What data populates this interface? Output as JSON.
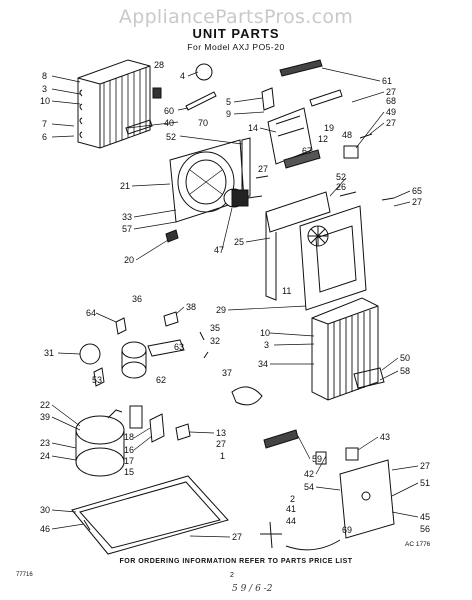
{
  "watermark": "AppliancePartsPros.com",
  "title": "UNIT PARTS",
  "model": "For Model AXJ PO5-20",
  "footer": "FOR ORDERING INFORMATION REFER TO PARTS PRICE LIST",
  "diagram_code": "AC 1776",
  "doc_code": "77716",
  "page_number": "2",
  "handwritten_note": "5 9 / 6 -2",
  "callouts": [
    {
      "id": "c8",
      "text": "8"
    },
    {
      "id": "c3",
      "text": "3"
    },
    {
      "id": "c10",
      "text": "10"
    },
    {
      "id": "c7",
      "text": "7"
    },
    {
      "id": "c6",
      "text": "6"
    },
    {
      "id": "c28",
      "text": "28"
    },
    {
      "id": "c4",
      "text": "4"
    },
    {
      "id": "c60",
      "text": "60"
    },
    {
      "id": "c40",
      "text": "40"
    },
    {
      "id": "c52a",
      "text": "52"
    },
    {
      "id": "c70",
      "text": "70"
    },
    {
      "id": "c5",
      "text": "5"
    },
    {
      "id": "c9",
      "text": "9"
    },
    {
      "id": "c14",
      "text": "14"
    },
    {
      "id": "c19",
      "text": "19"
    },
    {
      "id": "c12",
      "text": "12"
    },
    {
      "id": "c67",
      "text": "67"
    },
    {
      "id": "c61",
      "text": "61"
    },
    {
      "id": "c27a",
      "text": "27"
    },
    {
      "id": "c68",
      "text": "68"
    },
    {
      "id": "c49",
      "text": "49"
    },
    {
      "id": "c27b",
      "text": "27"
    },
    {
      "id": "c48",
      "text": "48"
    },
    {
      "id": "c21",
      "text": "21"
    },
    {
      "id": "c27c",
      "text": "27"
    },
    {
      "id": "c52b",
      "text": "52"
    },
    {
      "id": "c26",
      "text": "26"
    },
    {
      "id": "c65",
      "text": "65"
    },
    {
      "id": "c27d",
      "text": "27"
    },
    {
      "id": "c33",
      "text": "33"
    },
    {
      "id": "c57",
      "text": "57"
    },
    {
      "id": "c47",
      "text": "47"
    },
    {
      "id": "c25",
      "text": "25"
    },
    {
      "id": "c20",
      "text": "20"
    },
    {
      "id": "c11",
      "text": "11"
    },
    {
      "id": "c29",
      "text": "29"
    },
    {
      "id": "c36",
      "text": "36"
    },
    {
      "id": "c64",
      "text": "64"
    },
    {
      "id": "c38",
      "text": "38"
    },
    {
      "id": "c35",
      "text": "35"
    },
    {
      "id": "c32",
      "text": "32"
    },
    {
      "id": "c63",
      "text": "63"
    },
    {
      "id": "c31",
      "text": "31"
    },
    {
      "id": "c53",
      "text": "53"
    },
    {
      "id": "c62",
      "text": "62"
    },
    {
      "id": "c10b",
      "text": "10"
    },
    {
      "id": "c3b",
      "text": "3"
    },
    {
      "id": "c34",
      "text": "34"
    },
    {
      "id": "c50",
      "text": "50"
    },
    {
      "id": "c58",
      "text": "58"
    },
    {
      "id": "c37",
      "text": "37"
    },
    {
      "id": "c22",
      "text": "22"
    },
    {
      "id": "c39",
      "text": "39"
    },
    {
      "id": "c18",
      "text": "18"
    },
    {
      "id": "c16",
      "text": "16"
    },
    {
      "id": "c17",
      "text": "17"
    },
    {
      "id": "c15",
      "text": "15"
    },
    {
      "id": "c13",
      "text": "13"
    },
    {
      "id": "c27e",
      "text": "27"
    },
    {
      "id": "c1",
      "text": "1"
    },
    {
      "id": "c23",
      "text": "23"
    },
    {
      "id": "c24",
      "text": "24"
    },
    {
      "id": "c59",
      "text": "59"
    },
    {
      "id": "c43",
      "text": "43"
    },
    {
      "id": "c42",
      "text": "42"
    },
    {
      "id": "c54",
      "text": "54"
    },
    {
      "id": "c27f",
      "text": "27"
    },
    {
      "id": "c51",
      "text": "51"
    },
    {
      "id": "c2",
      "text": "2"
    },
    {
      "id": "c41",
      "text": "41"
    },
    {
      "id": "c44",
      "text": "44"
    },
    {
      "id": "c45",
      "text": "45"
    },
    {
      "id": "c56",
      "text": "56"
    },
    {
      "id": "c69",
      "text": "69"
    },
    {
      "id": "c30",
      "text": "30"
    },
    {
      "id": "c46",
      "text": "46"
    },
    {
      "id": "c27g",
      "text": "27"
    }
  ]
}
